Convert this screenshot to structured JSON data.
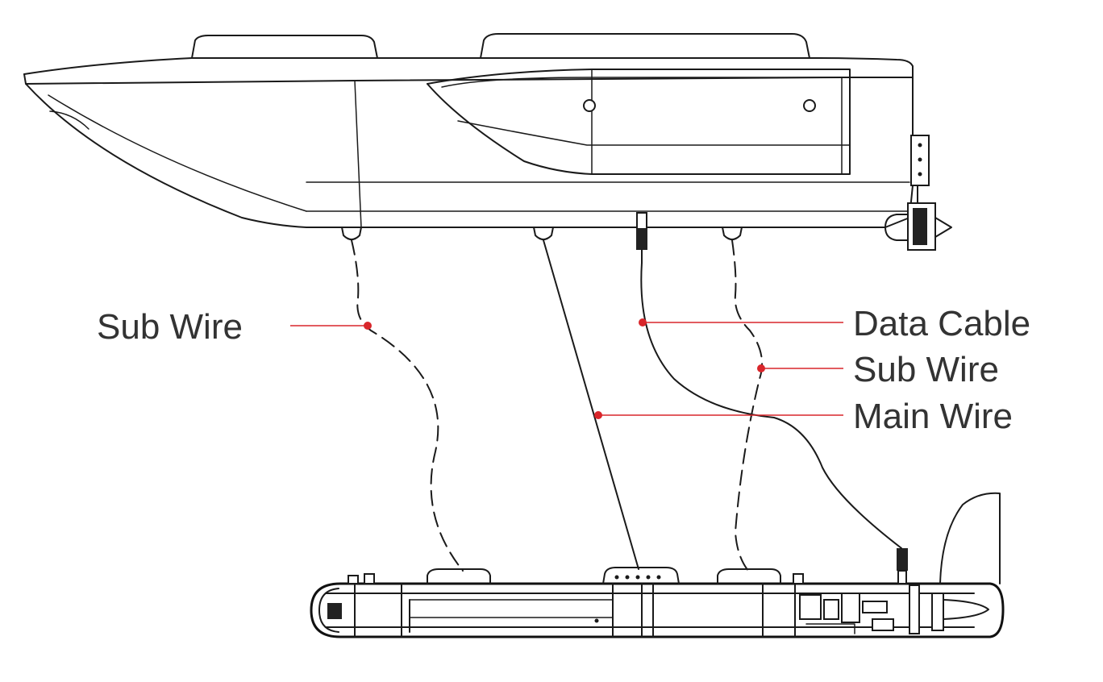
{
  "colors": {
    "line": "#1a1a1a",
    "leader": "#d9262b",
    "label_text": "#333333"
  },
  "labels": {
    "sub_wire_left": "Sub Wire",
    "data_cable": "Data Cable",
    "sub_wire_right": "Sub Wire",
    "main_wire": "Main Wire"
  }
}
